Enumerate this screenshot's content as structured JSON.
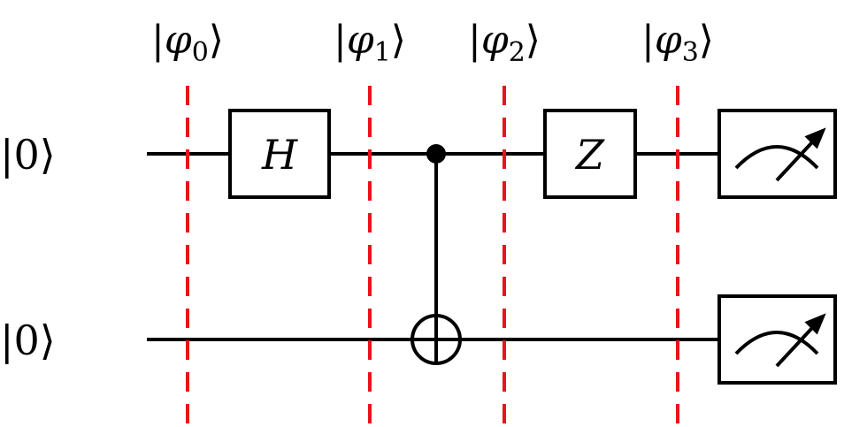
{
  "colors": {
    "wire": "#000000",
    "separator": "#e8141c",
    "background": "#ffffff"
  },
  "inputs": [
    {
      "label": "|0⟩"
    },
    {
      "label": "|0⟩"
    }
  ],
  "state_labels": [
    {
      "bar": "|",
      "symbol": "φ",
      "sub": "0",
      "ket": "⟩"
    },
    {
      "bar": "|",
      "symbol": "φ",
      "sub": "1",
      "ket": "⟩"
    },
    {
      "bar": "|",
      "symbol": "φ",
      "sub": "2",
      "ket": "⟩"
    },
    {
      "bar": "|",
      "symbol": "φ",
      "sub": "3",
      "ket": "⟩"
    }
  ],
  "gates": {
    "hadamard": {
      "label": "H",
      "qubit": 0
    },
    "cnot": {
      "control_qubit": 0,
      "target_qubit": 1
    },
    "pauli_z": {
      "label": "Z",
      "qubit": 0
    },
    "measurements": [
      {
        "qubit": 0,
        "icon": "meter-icon"
      },
      {
        "qubit": 1,
        "icon": "meter-icon"
      }
    ]
  }
}
